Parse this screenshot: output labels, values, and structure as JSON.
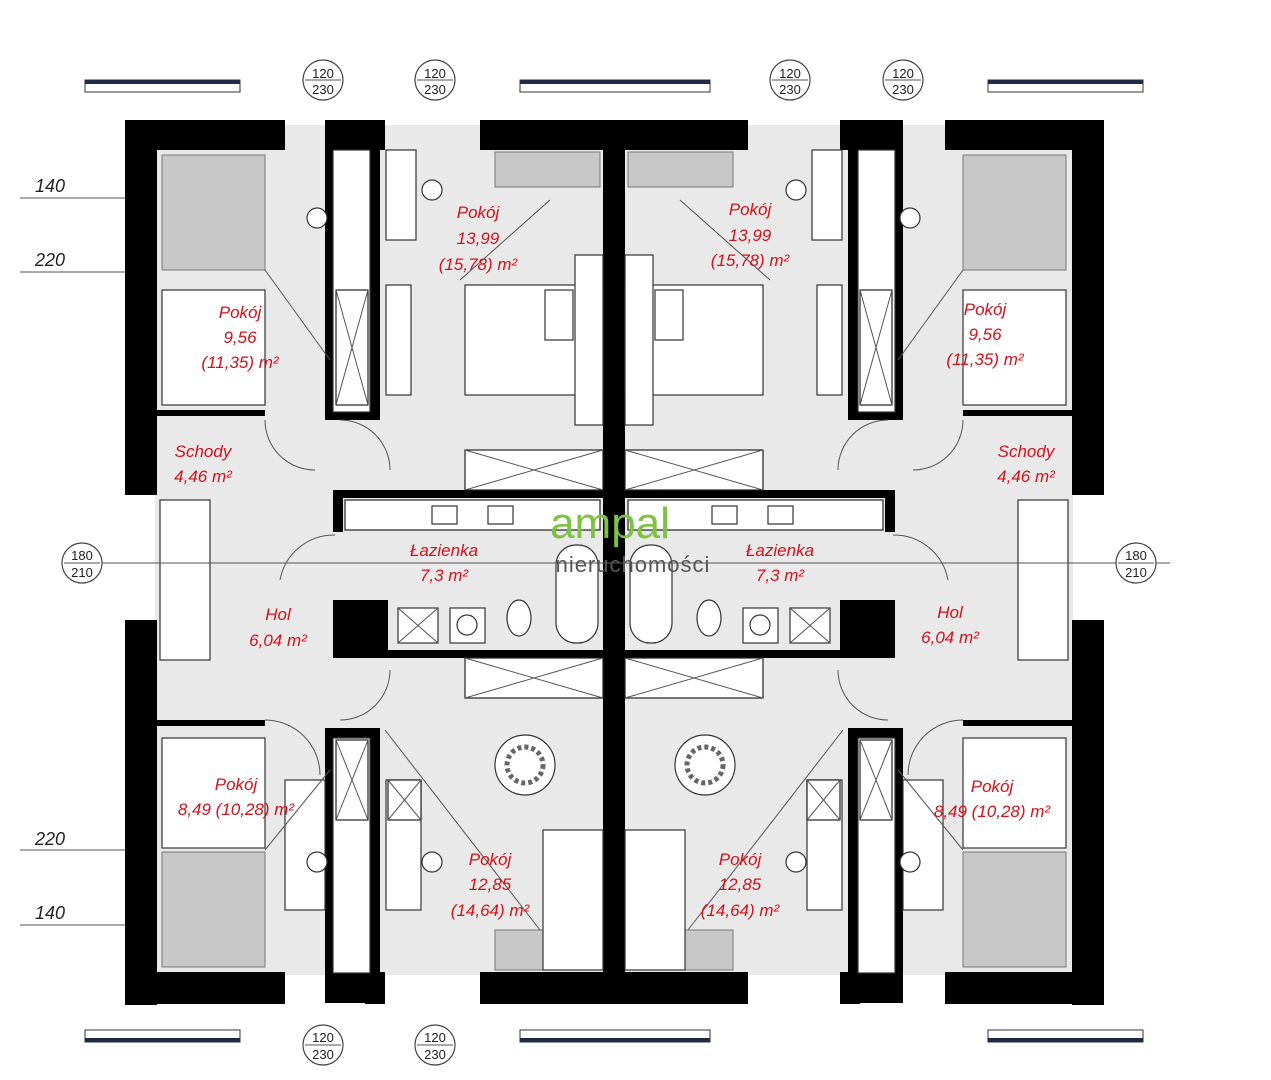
{
  "rooms": {
    "top_left": {
      "name": "Pokój",
      "area": "9,56",
      "gross": "(11,35) m²"
    },
    "top_mid_l": {
      "name": "Pokój",
      "area": "13,99",
      "gross": "(15,78) m²"
    },
    "top_mid_r": {
      "name": "Pokój",
      "area": "13,99",
      "gross": "(15,78) m²"
    },
    "top_right": {
      "name": "Pokój",
      "area": "9,56",
      "gross": "(11,35) m²"
    },
    "stairs_l": {
      "name": "Schody",
      "area": "4,46 m²"
    },
    "stairs_r": {
      "name": "Schody",
      "area": "4,46 m²"
    },
    "bath_l": {
      "name": "Łazienka",
      "area": "7,3 m²"
    },
    "bath_r": {
      "name": "Łazienka",
      "area": "7,3 m²"
    },
    "hall_l": {
      "name": "Hol",
      "area": "6,04 m²"
    },
    "hall_r": {
      "name": "Hol",
      "area": "6,04 m²"
    },
    "bot_left": {
      "name": "Pokój",
      "area": "8,49 (10,28) m²"
    },
    "bot_right": {
      "name": "Pokój",
      "area": "8,49 (10,28) m²"
    },
    "bot_mid_l": {
      "name": "Pokój",
      "area": "12,85",
      "gross": "(14,64) m²"
    },
    "bot_mid_r": {
      "name": "Pokój",
      "area": "12,85",
      "gross": "(14,64) m²"
    }
  },
  "window_dims": {
    "top": [
      "120",
      "230"
    ],
    "side": [
      "180",
      "210"
    ],
    "bottom": [
      "120",
      "230"
    ]
  },
  "side_dims": {
    "top_a": "140",
    "top_b": "220",
    "bot_a": "220",
    "bot_b": "140"
  },
  "watermark": {
    "brand": "ampal",
    "sub": "nieruchomości"
  }
}
